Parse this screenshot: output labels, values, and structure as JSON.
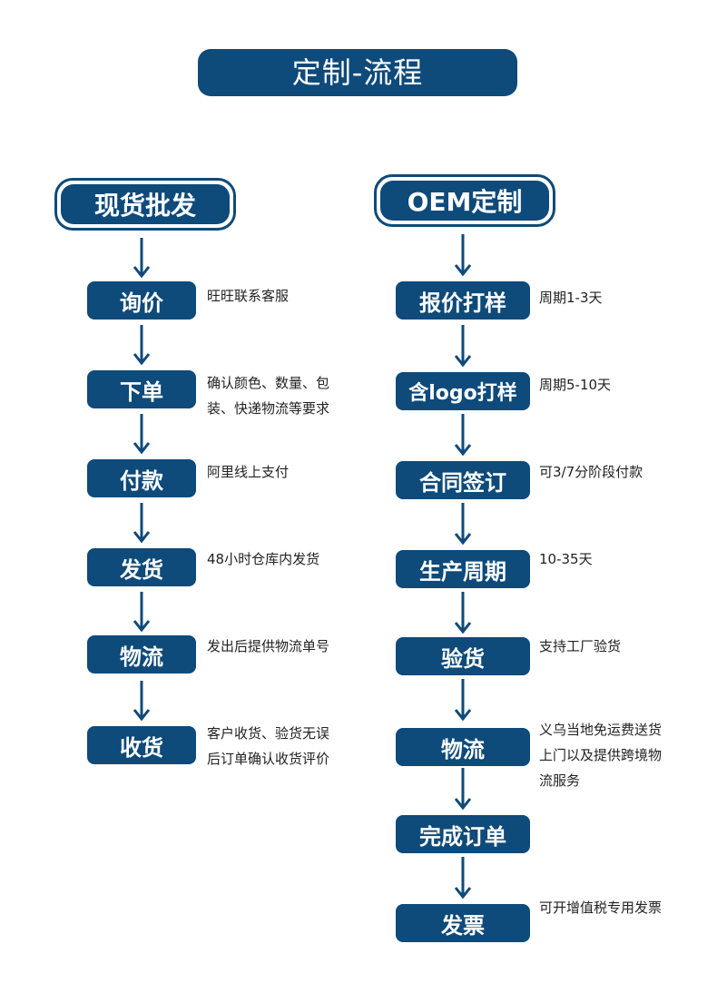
{
  "title": "定制-流程",
  "left": {
    "header": "现货批发",
    "steps": [
      {
        "label": "询价",
        "note": "旺旺联系客服"
      },
      {
        "label": "下单",
        "note": "确认颜色、数量、包\n装、快递物流等要求"
      },
      {
        "label": "付款",
        "note": "阿里线上支付"
      },
      {
        "label": "发货",
        "note": "48小时仓库内发货"
      },
      {
        "label": "物流",
        "note": "发出后提供物流单号"
      },
      {
        "label": "收货",
        "note": "客户收货、验货无误\n后订单确认收货评价"
      }
    ]
  },
  "right": {
    "header": "OEM定制",
    "steps": [
      {
        "label": "报价打样",
        "note": "周期1-3天"
      },
      {
        "label": "含logo打样",
        "note": "周期5-10天"
      },
      {
        "label": "合同签订",
        "note": "可3/7分阶段付款"
      },
      {
        "label": "生产周期",
        "note": "10-35天"
      },
      {
        "label": "验货",
        "note": "支持工厂验货"
      },
      {
        "label": "物流",
        "note": "义乌当地免运费送货\n上门以及提供跨境物\n流服务"
      },
      {
        "label": "完成订单",
        "note": ""
      },
      {
        "label": "发票",
        "note": "可开增值税专用发票"
      }
    ]
  },
  "colors": {
    "accent": "#0e4a7a",
    "text": "#222222",
    "background": "#ffffff"
  }
}
